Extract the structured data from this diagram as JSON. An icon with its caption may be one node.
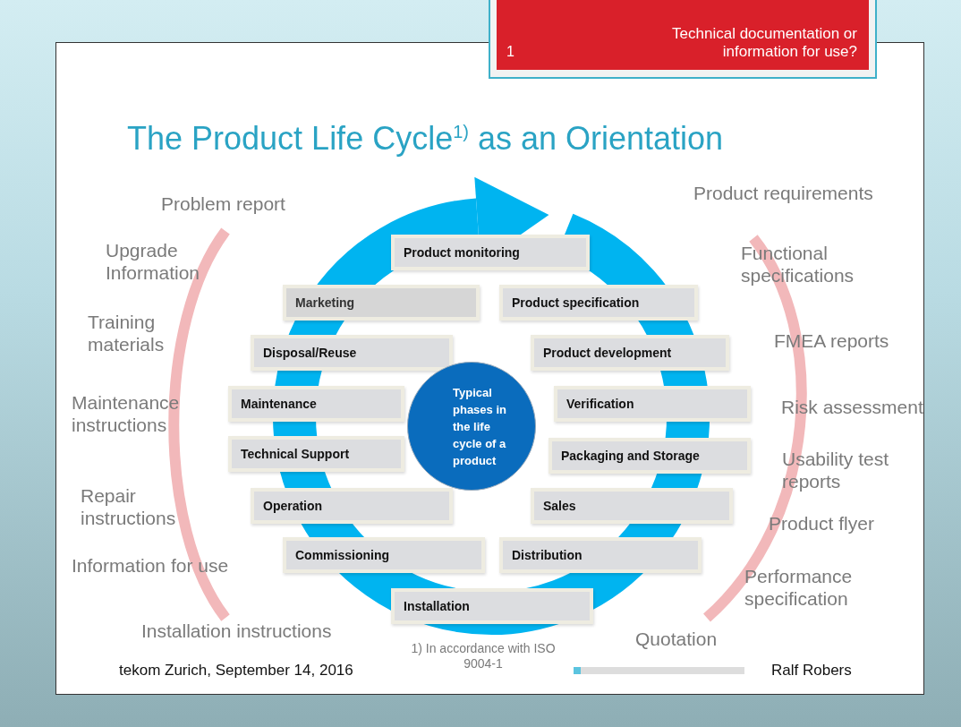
{
  "diagram": {
    "title": "The  Product Life Cycle$^{1)}$ as an Orientation",
    "nodes": [
      {
        "text": [
          "Product monitoring"
        ]
      },
      {
        "text": [
          "Marketing"
        ]
      },
      {
        "text": [
          "Product specification"
        ]
      },
      {
        "text": [
          "Disposal/Reuse"
        ]
      },
      {
        "text": [
          "Product development"
        ]
      },
      {
        "text": [
          "Maintenance"
        ]
      },
      {
        "text": [
          "Verification"
        ]
      },
      {
        "text": [
          "Typical phases in the life cycle of a product"
        ]
      },
      {
        "text": [
          "Technical Support"
        ]
      },
      {
        "text": [
          "Packaging and Storage"
        ]
      },
      {
        "text": [
          "Operation"
        ]
      },
      {
        "text": [
          "Sales"
        ]
      },
      {
        "text": [
          "Commissioning"
        ]
      },
      {
        "text": [
          "Distribution"
        ]
      },
      {
        "text": [
          "Installation"
        ]
      }
    ],
    "labels": [
      "1",
      "Technical documentation or information for use?",
      "Problem report",
      "Product requirements",
      "Upgrade Information",
      "Functional specifications",
      "Training materials",
      "FMEA reports",
      "Maintenance instructions",
      "Risk assessment",
      "Usability test reports",
      "Repair instructions",
      "Product flyer",
      "Information for use",
      "Performance specification",
      "Installation instructions",
      "Quotation",
      "1) In accordance with ISO 9004-1",
      "tekom Zurich, September 14, 2016",
      "Ralf Robers"
    ]
  }
}
